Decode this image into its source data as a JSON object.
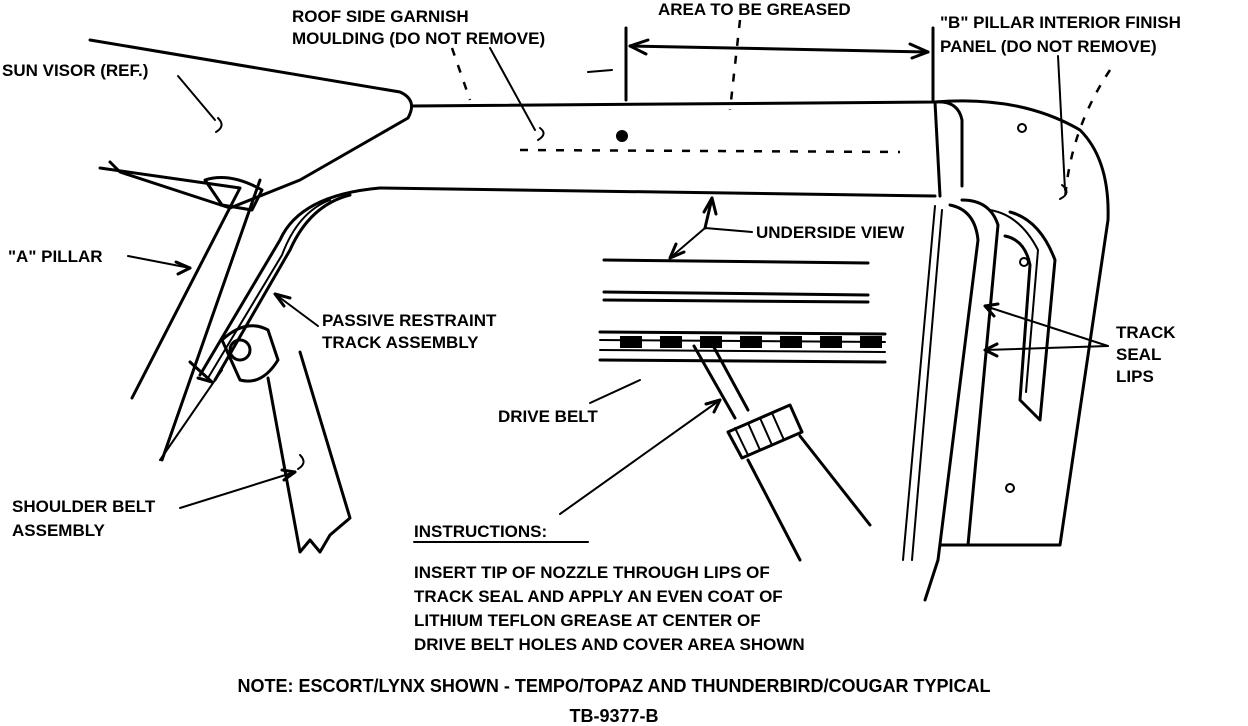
{
  "labels": {
    "roof_side_line1": "ROOF SIDE GARNISH",
    "roof_side_line2": "MOULDING (DO NOT REMOVE)",
    "area_to_grease": "AREA TO BE GREASED",
    "b_pillar_line1": "\"B\" PILLAR INTERIOR FINISH",
    "b_pillar_line2": "PANEL (DO NOT REMOVE)",
    "sun_visor": "SUN VISOR (REF.)",
    "a_pillar": "\"A\" PILLAR",
    "underside_view": "UNDERSIDE VIEW",
    "passive_line1": "PASSIVE RESTRAINT",
    "passive_line2": "TRACK ASSEMBLY",
    "track_line1": "TRACK",
    "track_line2": "SEAL",
    "track_line3": "LIPS",
    "drive_belt": "DRIVE BELT",
    "shoulder_line1": "SHOULDER BELT",
    "shoulder_line2": "ASSEMBLY"
  },
  "instructions": {
    "heading": "INSTRUCTIONS:",
    "line1": "INSERT TIP OF NOZZLE THROUGH LIPS OF",
    "line2": "TRACK SEAL AND APPLY AN EVEN COAT OF",
    "line3": "LITHIUM TEFLON GREASE AT CENTER OF",
    "line4": "DRIVE BELT HOLES AND COVER AREA SHOWN"
  },
  "note": "NOTE: ESCORT/LYNX SHOWN - TEMPO/TOPAZ AND THUNDERBIRD/COUGAR TYPICAL",
  "figure_id": "TB-9377-B"
}
